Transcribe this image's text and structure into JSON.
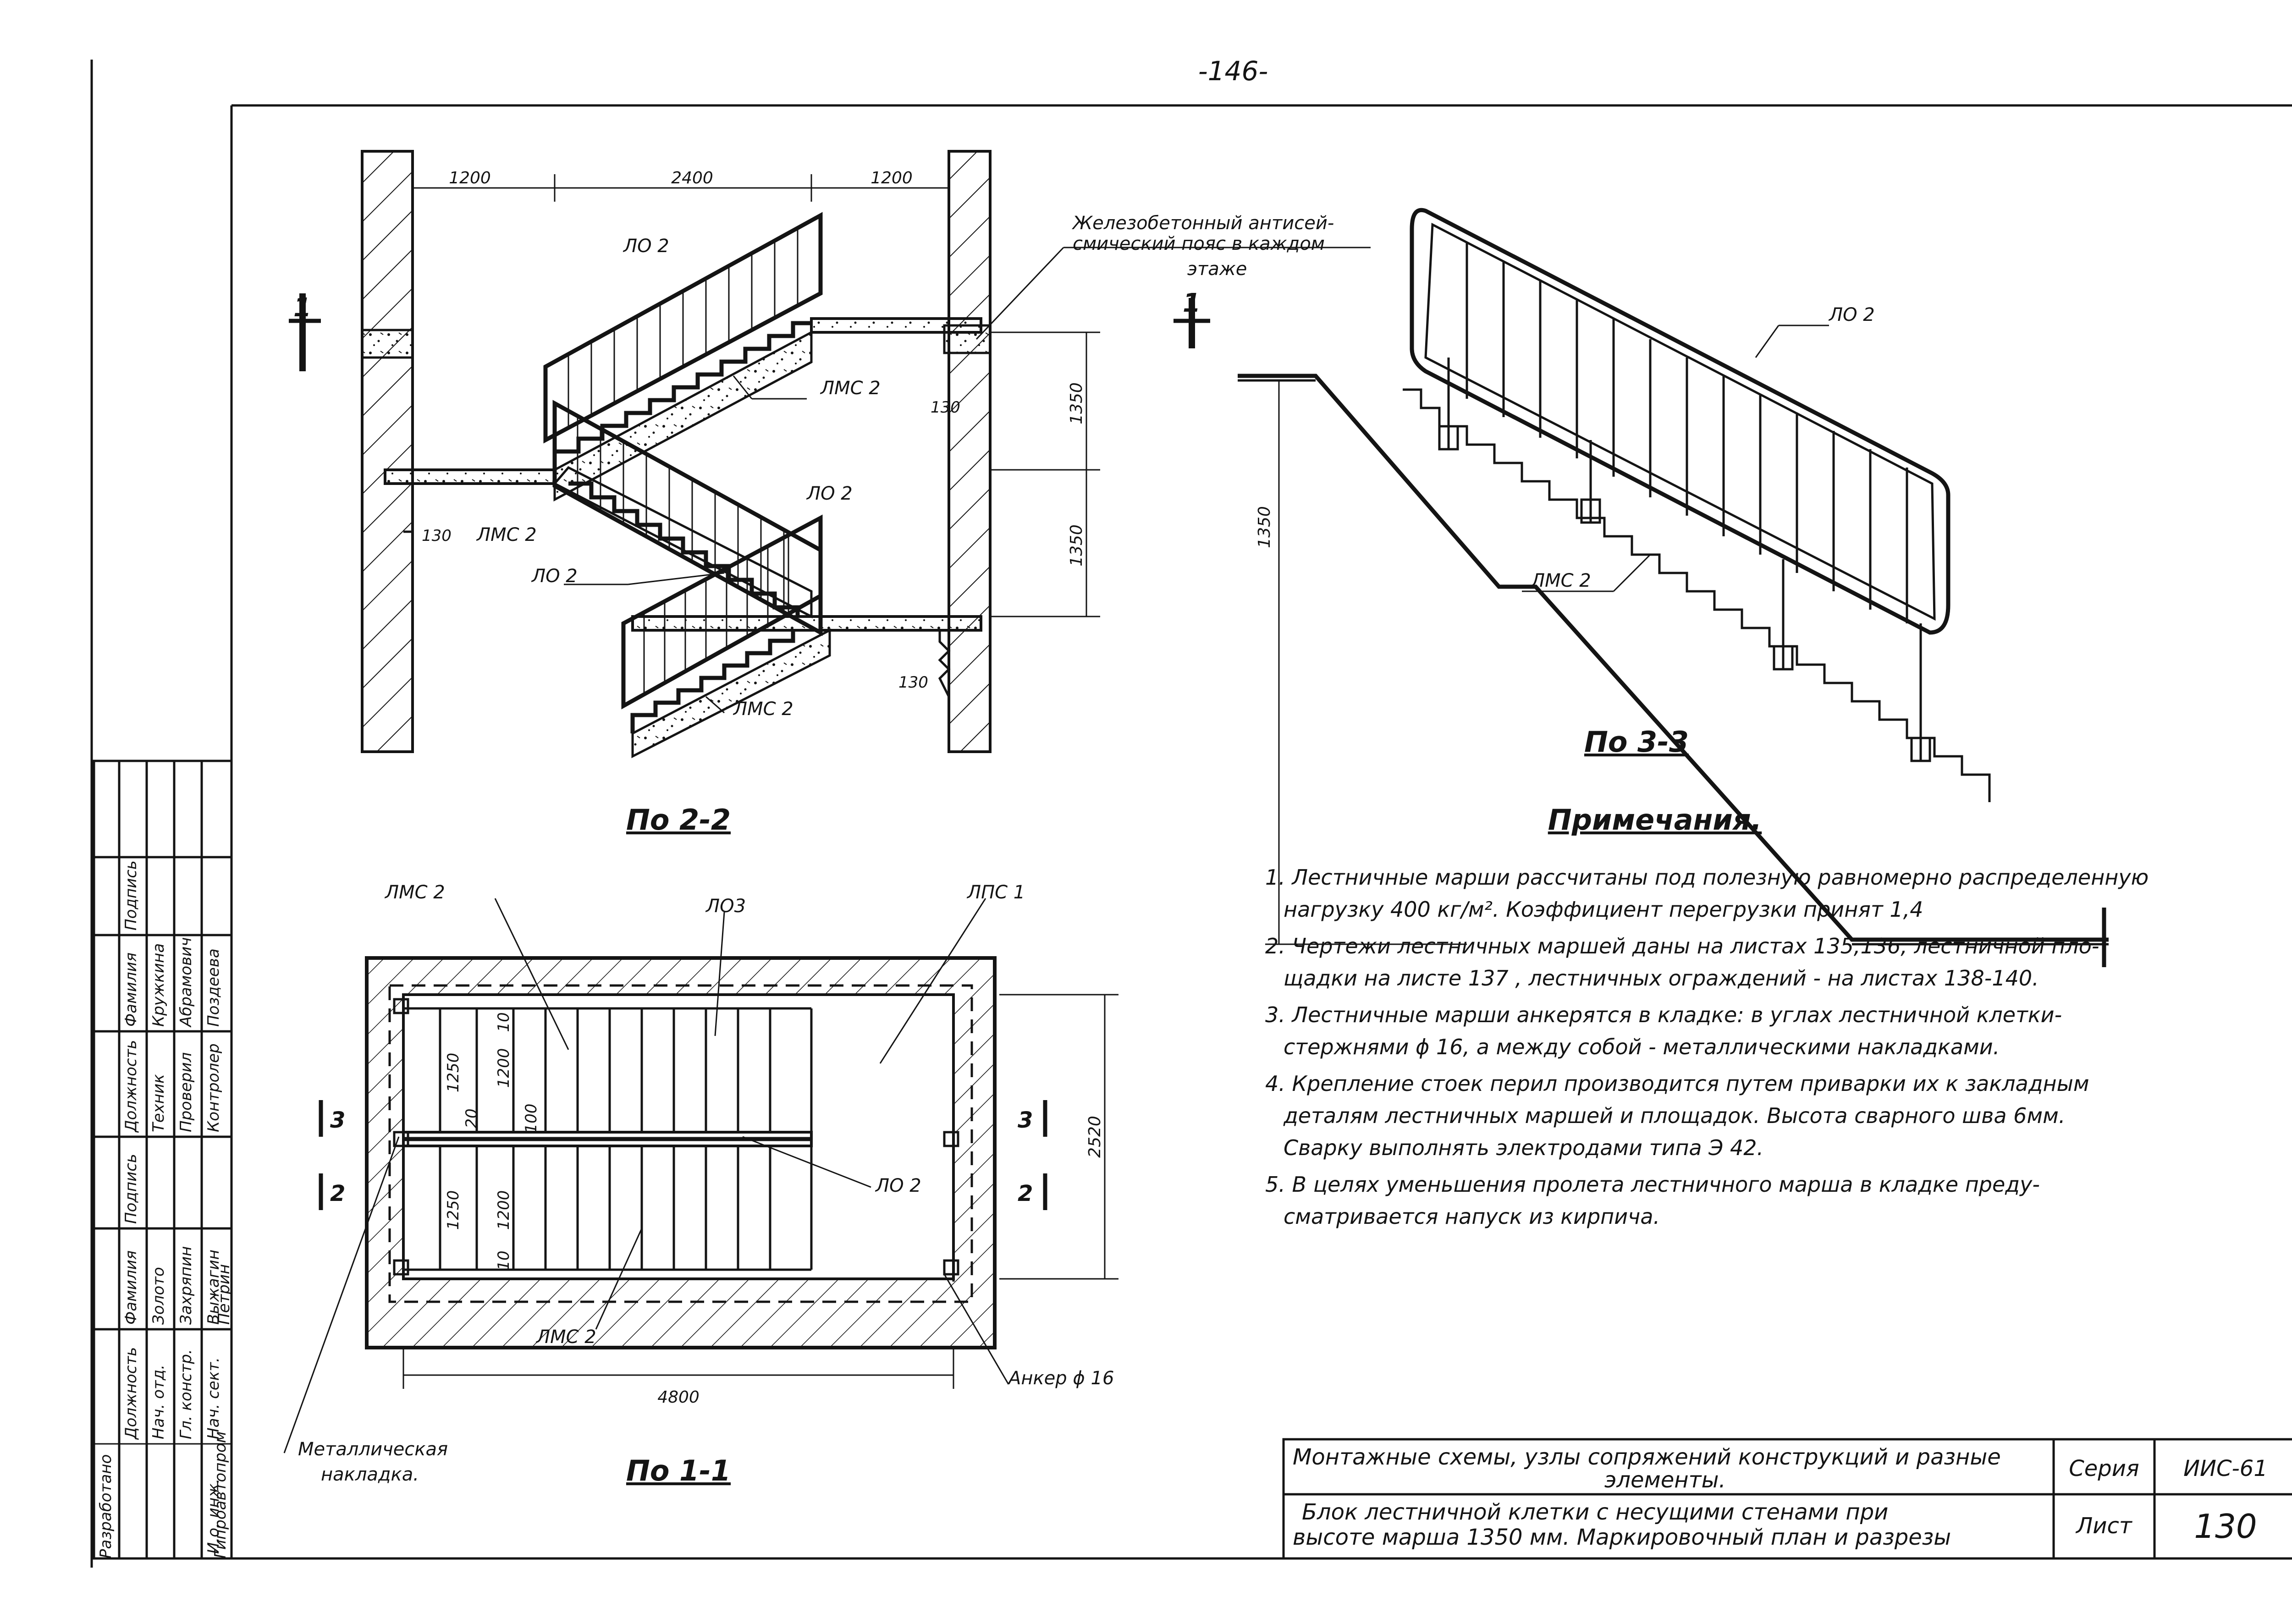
{
  "page_number": "-146-",
  "section_2_2": {
    "title": "По 2-2",
    "dims_top": [
      "1200",
      "2400",
      "1200"
    ],
    "dims_vertical": [
      "1350",
      "1350"
    ],
    "dims_step": [
      "130",
      "130",
      "130"
    ],
    "labels": [
      "ЛО 2",
      "ЛМС 2",
      "ЛО 2",
      "ЛМС 2",
      "ЛО 2",
      "ЛМС 2"
    ],
    "callout": [
      "Железобетонный антисей-",
      "смический пояс в каждом",
      "этаже"
    ],
    "cut_mark": "1"
  },
  "section_3_3": {
    "title": "По 3-3",
    "labels": [
      "ЛО 2",
      "ЛМС 2"
    ],
    "dim_vertical": "1350",
    "cut_mark": "1"
  },
  "plan_1_1": {
    "title": "По 1-1",
    "labels": [
      "ЛМС 2",
      "ЛО3",
      "ЛПС 1",
      "ЛО 2",
      "ЛМС 2"
    ],
    "dims_inner": [
      "1250",
      "20",
      "1200",
      "10",
      "100",
      "1250",
      "1200",
      "10"
    ],
    "dim_height": "2520",
    "dim_width": "4800",
    "cut_marks": [
      "3",
      "2",
      "3",
      "2"
    ],
    "anchor_label": "Анкер ϕ 16",
    "plate_label": [
      "Металлическая",
      "накладка."
    ]
  },
  "notes": {
    "title": "Примечания.",
    "lines": [
      "1. Лестничные марши рассчитаны под полезную равномерно распределенную",
      "нагрузку  400 кг/м². Коэффициент  перегрузки  принят  1,4",
      "2. Чертежи лестничных маршей даны на листах 135,136, лестничной пло-",
      "щадки на листе 137    , лестничных ограждений - на листах 138-140.",
      "3. Лестничные марши анкерятся в кладке: в углах лестничной клетки-",
      "стержнями ϕ 16, а между собой - металлическими накладками.",
      "4. Крепление стоек перил производится путем приварки их к закладным",
      "деталям лестничных маршей и площадок. Высота сварного шва 6мм.",
      "Сварку выполнять электродами типа Э 42.",
      "5. В целях уменьшения пролета лестничного марша в кладке преду-",
      "сматривается напуск из кирпича."
    ]
  },
  "title_block": {
    "row1": [
      "Монтажные схемы, узлы сопряжений конструкций и разные",
      "элементы."
    ],
    "row2": [
      "Блок лестничной клетки с несущими стенами при",
      "высоте марша 1350 мм. Маркировочный план и разрезы"
    ],
    "series_label": "Серия",
    "series_value": "ИИС-61",
    "sheet_label": "Лист",
    "sheet_value": "130"
  },
  "side_stamp": {
    "org1": "Разработано",
    "org2": "Гипроавтопром",
    "headers": [
      "Должность",
      "Фамилия",
      "Подпись",
      "Должность",
      "Фамилия",
      "Подпись"
    ],
    "col1": [
      "Нач. отд.",
      "Гл. констр.",
      "Нач. сект.",
      "И.о. инж."
    ],
    "col2": [
      "Золото",
      "Захряпин",
      "Выжагин",
      "Петрин"
    ],
    "col3": [
      "Техник",
      "Проверил",
      "Контролер"
    ],
    "col4": [
      "Кружкина",
      "Абрамович",
      "Поздеева"
    ]
  }
}
